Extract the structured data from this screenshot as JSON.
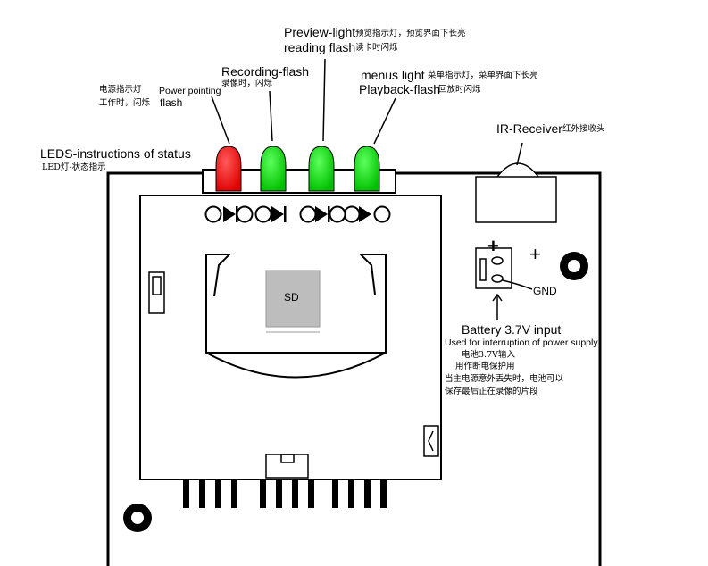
{
  "labels": {
    "leds_title": "LEDS-instructions of status",
    "leds_title_zh": "LED灯-状态指示",
    "power_zh_line1": "电源指示灯",
    "power_zh_line2": "工作时，闪烁",
    "power_en_line1": "Power pointing",
    "power_en_line2": "flash",
    "recording_en": "Recording-flash",
    "recording_zh": "录像时，闪烁",
    "preview_en": "Preview-light",
    "preview_zh": "预览指示灯，预览界面下长亮",
    "reading_en": "reading flash",
    "reading_zh": "读卡时闪烁",
    "menus_en": "menus light",
    "menus_zh": "菜单指示灯，菜单界面下长亮",
    "playback_en": "Playback-flash",
    "playback_zh": "回放时闪烁",
    "ir_en": "IR-Receiver",
    "ir_zh": "红外接收头",
    "plus_top": "+",
    "plus_right": "+",
    "gnd": "GND",
    "battery_title": "Battery 3.7V input",
    "battery_note": "Used for interruption of power supply",
    "battery_zh1": "电池3.7V输入",
    "battery_zh2": "用作断电保护用",
    "battery_zh3": "当主电源意外丢失时，电池可以",
    "battery_zh4": "保存最后正在录像的片段",
    "sd": "SD"
  },
  "leds": [
    {
      "name": "power",
      "color": "#ff0000"
    },
    {
      "name": "recording",
      "color": "#00cc00"
    },
    {
      "name": "preview",
      "color": "#00cc00"
    },
    {
      "name": "playback",
      "color": "#00cc00"
    }
  ],
  "colors": {
    "outline": "#000000",
    "sd_fill": "#bdbdbd",
    "background": "#ffffff"
  }
}
